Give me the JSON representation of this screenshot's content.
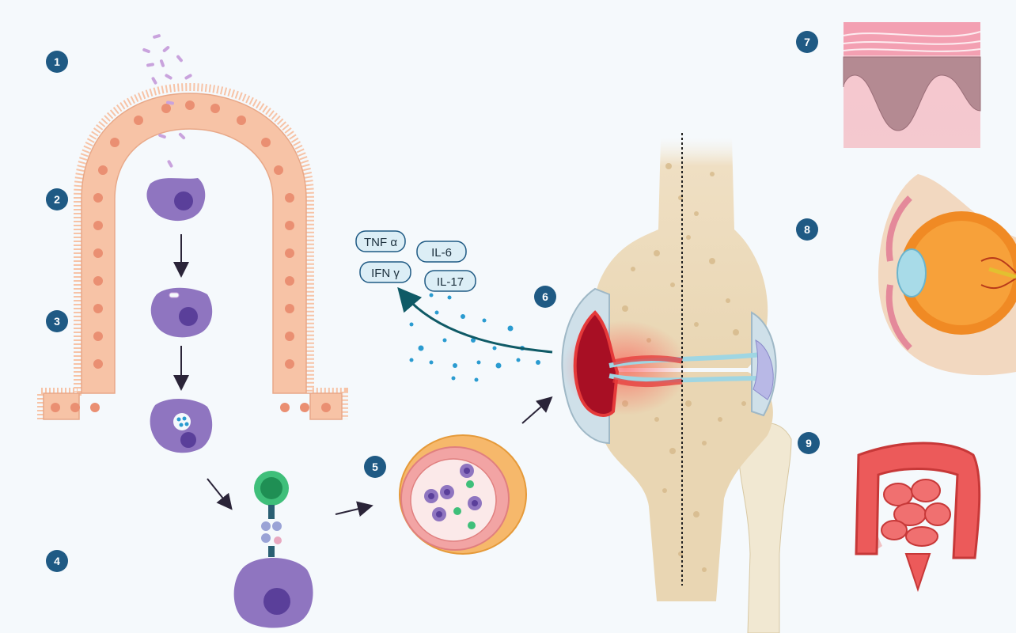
{
  "steps": [
    "1",
    "2",
    "3",
    "4",
    "5",
    "6",
    "7",
    "8",
    "9"
  ],
  "cytokines": [
    "TNF α",
    "IL-6",
    "IFN γ",
    "IL-17"
  ],
  "colors": {
    "badge": "#1f5a84",
    "epithelium": "#f7c3a6",
    "epithelium_nucleus": "#ea8f72",
    "immune_cell": "#8f75c0",
    "immune_nucleus": "#5a3f9a",
    "t_cell": "#3fbf7a",
    "bacteria": "#c9a3dd",
    "cytokine_dot": "#2a9bd0",
    "bone": "#eddcbc",
    "inflammation": "#e53a3a",
    "cartilage": "#9fd6e3"
  }
}
